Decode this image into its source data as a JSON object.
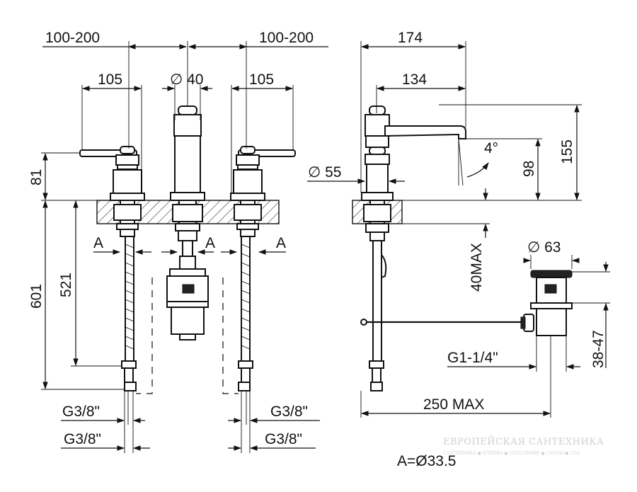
{
  "dimensions": {
    "left_span": "100-200",
    "right_span": "100-200",
    "left_handle": "105",
    "right_handle": "105",
    "spout_dia": "∅ 40",
    "side_width": "174",
    "side_reach": "134",
    "spout_angle": "4°",
    "base_dia": "∅ 55",
    "spout_height": "98",
    "total_height": "155",
    "handle_height": "81",
    "hose_length": "601",
    "shank_length": "521",
    "deck_thickness": "40MAX",
    "waste_dia": "∅ 63",
    "waste_height": "38-47",
    "waste_thread": "G1-1/4\"",
    "rod_length": "250 MAX",
    "hole_a_left": "A",
    "hole_a_mid": "A",
    "hole_a_right": "A",
    "hose_thread_left_1": "G3/8\"",
    "hose_thread_left_2": "G3/8\"",
    "hose_thread_right_1": "G3/8\"",
    "hose_thread_right_2": "G3/8\""
  },
  "legend": {
    "a_definition": "A=Ø33.5"
  },
  "watermark": {
    "brand": "ЕВРОПЕЙСКАЯ САНТЕХНИКА",
    "tagline": "САНТЕХНИКА ● ПЛИТКА ● ОТОПЛЕНИЕ ● САУНЫ ● СПА"
  }
}
